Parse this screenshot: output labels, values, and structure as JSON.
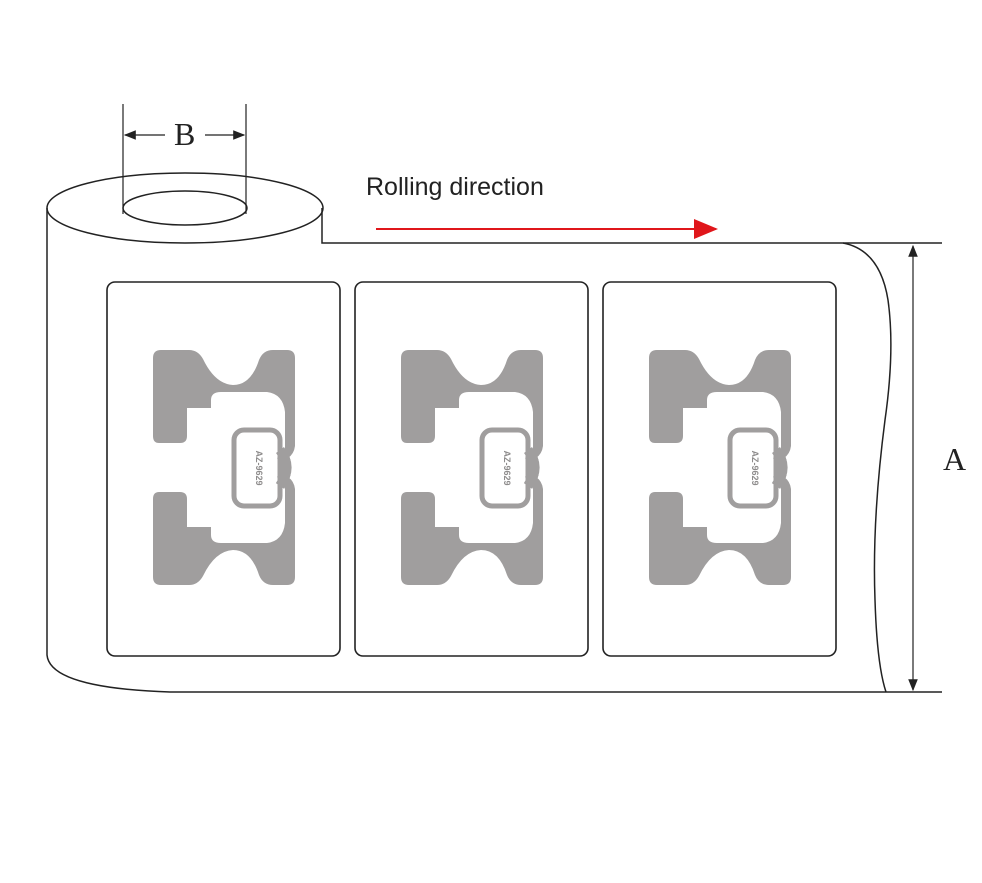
{
  "labels": {
    "dimension_b": "B",
    "dimension_a": "A",
    "rolling_direction": "Rolling direction"
  },
  "colors": {
    "line": "#222222",
    "antenna": "#a09e9e",
    "arrow": "#e0161b"
  },
  "tags": [
    {
      "chip_marking": "AZ-9629"
    },
    {
      "chip_marking": "AZ-9629"
    },
    {
      "chip_marking": "AZ-9629"
    }
  ]
}
